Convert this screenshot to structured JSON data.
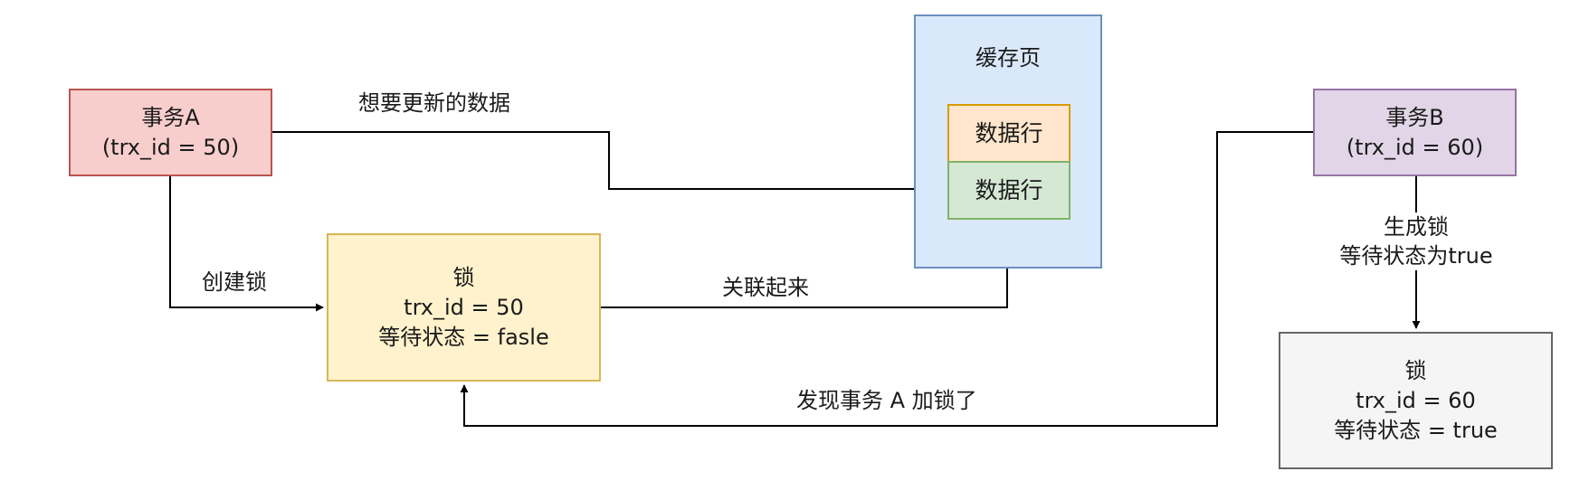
{
  "nodes": {
    "tx_a": {
      "line1": "事务A",
      "line2": "(trx_id = 50)"
    },
    "tx_b": {
      "line1": "事务B",
      "line2": "(trx_id = 60)"
    },
    "lock_a": {
      "line1": "锁",
      "line2": "trx_id = 50",
      "line3": "等待状态 = fasle"
    },
    "lock_b": {
      "line1": "锁",
      "line2": "trx_id = 60",
      "line3": "等待状态 = true"
    },
    "cache_page": {
      "title": "缓存页",
      "row1": "数据行",
      "row2": "数据行"
    }
  },
  "edge_labels": {
    "want_update": "想要更新的数据",
    "create_lock": "创建锁",
    "associate": "关联起来",
    "generate_lock_line1": "生成锁",
    "generate_lock_line2": "等待状态为true",
    "found_locked": "发现事务 A 加锁了"
  },
  "colors": {
    "tx_a_fill": "#f8cecc",
    "tx_b_fill": "#e1d5e7",
    "lock_a_fill": "#fff2cc",
    "lock_b_fill": "#f5f5f5",
    "cache_fill": "#dae8fc",
    "row1_fill": "#ffe6cc",
    "row2_fill": "#d5e8d4",
    "edge": "#000000"
  }
}
